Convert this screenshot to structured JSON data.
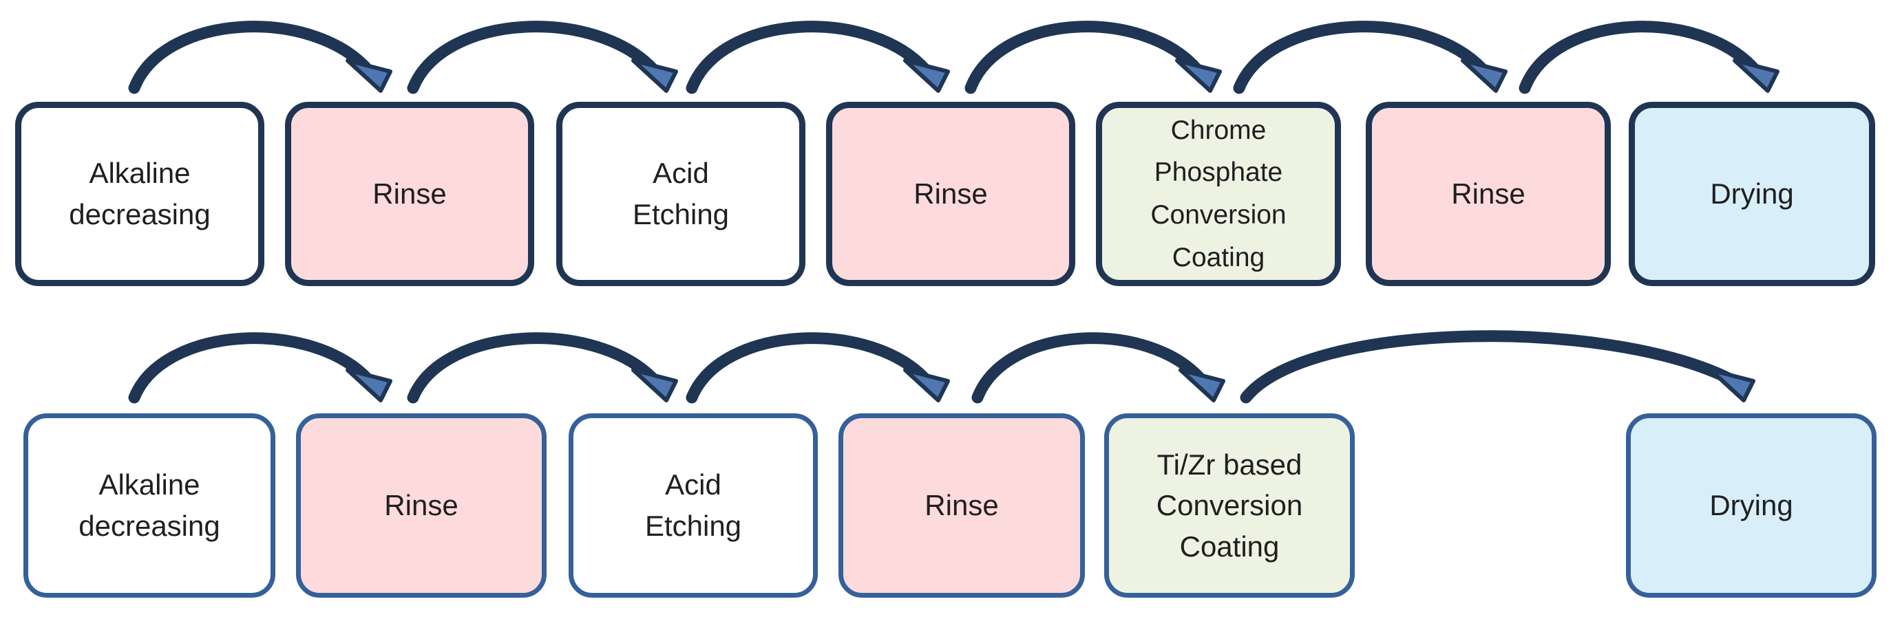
{
  "process_1": {
    "steps": [
      {
        "label": "Alkaline\ndecreasing",
        "fill": "#ffffff"
      },
      {
        "label": "Rinse",
        "fill": "#fddadc"
      },
      {
        "label": "Acid\nEtching",
        "fill": "#ffffff"
      },
      {
        "label": "Rinse",
        "fill": "#fddadc"
      },
      {
        "label": "Chrome\nPhosphate\nConversion\nCoating",
        "fill": "#eef2e3"
      },
      {
        "label": "Rinse",
        "fill": "#fddadc"
      },
      {
        "label": "Drying",
        "fill": "#d8eff9"
      }
    ],
    "border_color": "#1f3553"
  },
  "process_2": {
    "steps": [
      {
        "label": "Alkaline\ndecreasing",
        "fill": "#ffffff"
      },
      {
        "label": "Rinse",
        "fill": "#fddadc"
      },
      {
        "label": "Acid\nEtching",
        "fill": "#ffffff"
      },
      {
        "label": "Rinse",
        "fill": "#fddadc"
      },
      {
        "label": "Ti/Zr based\nConversion\nCoating",
        "fill": "#eef2e3"
      },
      {
        "label": "Drying",
        "fill": "#d8eff9"
      }
    ],
    "border_color": "#35609a"
  },
  "arrow_color": "#1f3553",
  "arrowhead_color": "#4f78b3"
}
